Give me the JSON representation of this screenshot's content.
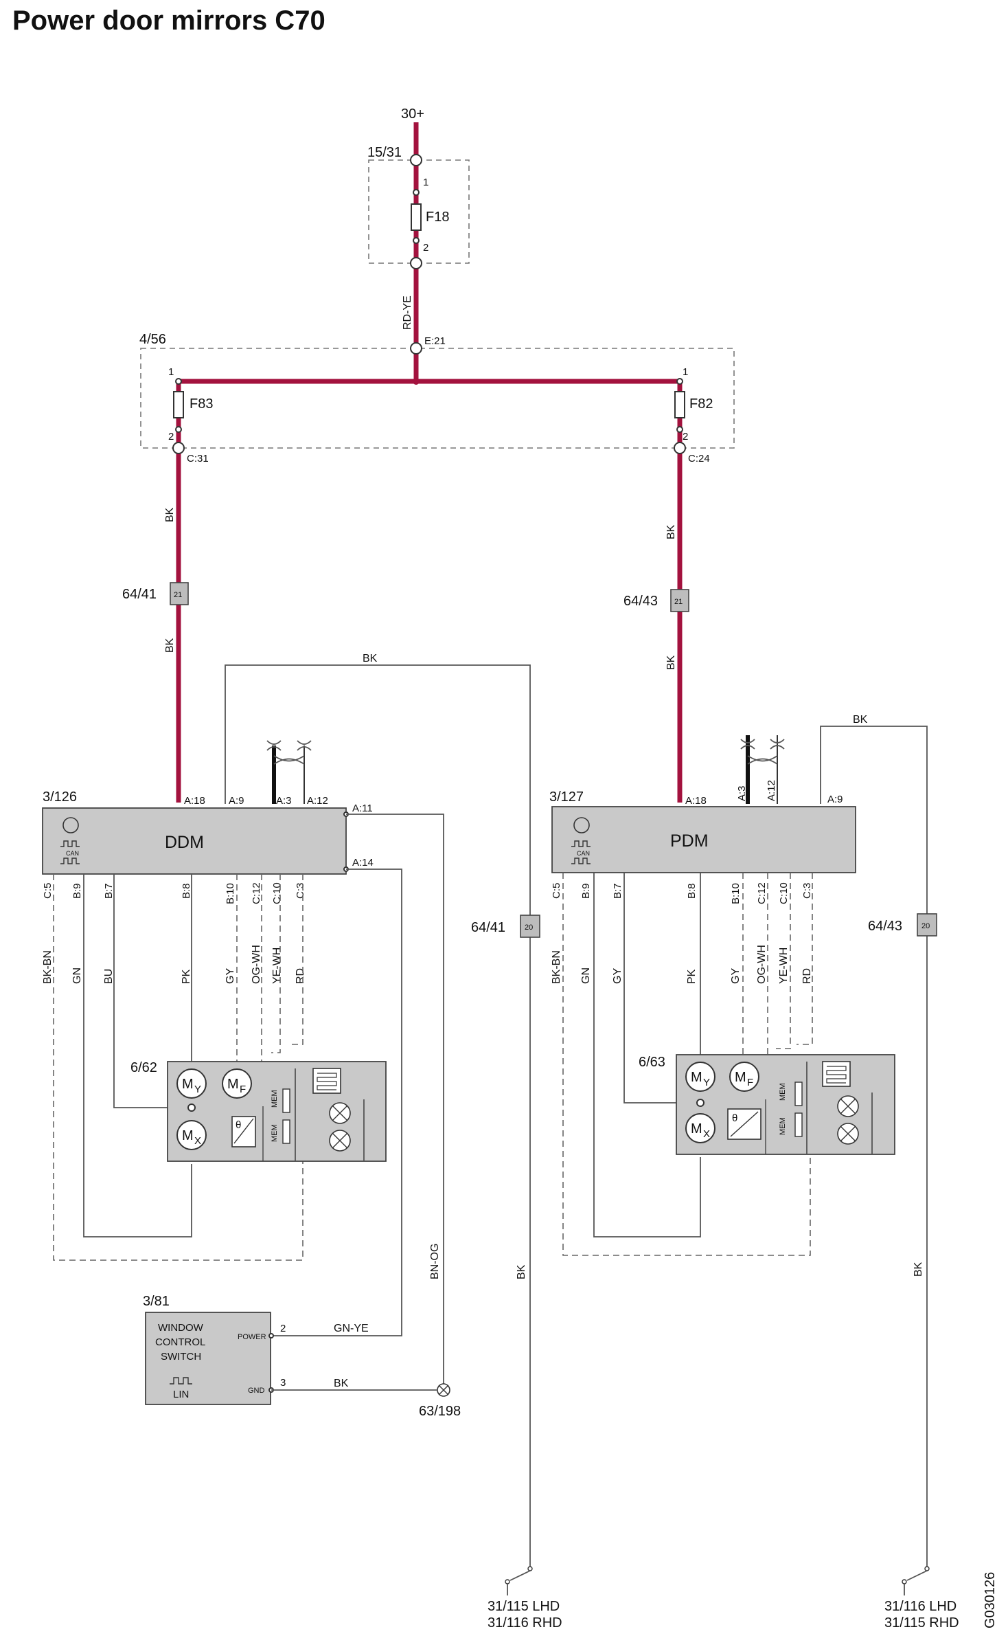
{
  "title": "Power door mirrors C70",
  "supply": {
    "label": "30+",
    "wire_color": "RD-YE"
  },
  "fuse_box_top": {
    "id": "15/31",
    "fuse": "F18",
    "pin1": "1",
    "pin2": "2"
  },
  "relay_box": {
    "id": "4/56",
    "connector_in": "E:21",
    "left_fuse": {
      "name": "F83",
      "pin1": "1",
      "pin2": "2",
      "connector": "C:31"
    },
    "right_fuse": {
      "name": "F82",
      "pin1": "1",
      "pin2": "2",
      "connector": "C:24"
    }
  },
  "wire_labels": {
    "bk": "BK",
    "bn_og": "BN-OG",
    "gn_ye": "GN-YE"
  },
  "splices": {
    "left_upper": {
      "id": "64/41",
      "num": "21"
    },
    "right_upper": {
      "id": "64/43",
      "num": "21"
    },
    "left_lower": {
      "id": "64/41",
      "num": "20"
    },
    "right_lower": {
      "id": "64/43",
      "num": "20"
    }
  },
  "ddm": {
    "id": "3/126",
    "name": "DDM",
    "can": "CAN",
    "top_pins": [
      "A:18",
      "A:9",
      "A:3",
      "A:12"
    ],
    "right_pins": [
      "A:11",
      "A:14"
    ],
    "bottom_pins": [
      "C:5",
      "B:9",
      "B:7",
      "B:8",
      "B:10",
      "C:12",
      "C:10",
      "C:3"
    ],
    "wires": [
      "BK-BN",
      "GN",
      "BU",
      "PK",
      "GY",
      "OG-WH",
      "YE-WH",
      "RD"
    ]
  },
  "pdm": {
    "id": "3/127",
    "name": "PDM",
    "can": "CAN",
    "top_pins": [
      "A:18",
      "A:3",
      "A:12",
      "A:9"
    ],
    "bottom_pins": [
      "C:5",
      "B:9",
      "B:7",
      "B:8",
      "B:10",
      "C:12",
      "C:10",
      "C:3"
    ],
    "wires": [
      "BK-BN",
      "GN",
      "GY",
      "PK",
      "GY",
      "OG-WH",
      "YE-WH",
      "RD"
    ]
  },
  "mirror_left": {
    "id": "6/62"
  },
  "mirror_right": {
    "id": "6/63"
  },
  "mirror_symbols": {
    "motor": "M",
    "y": "Y",
    "f": "F",
    "x": "X",
    "mem": "MEM",
    "theta": "θ"
  },
  "window_switch": {
    "id": "3/81",
    "lines": [
      "WINDOW",
      "CONTROL",
      "SWITCH"
    ],
    "lin": "LIN",
    "power_label": "POWER",
    "gnd_label": "GND",
    "power_pin": "2",
    "gnd_pin": "3"
  },
  "ground_point": "63/198",
  "grounds": {
    "left": [
      "31/115 LHD",
      "31/116 RHD"
    ],
    "right": [
      "31/116 LHD",
      "31/115 RHD"
    ]
  },
  "figure_id": "G030126"
}
